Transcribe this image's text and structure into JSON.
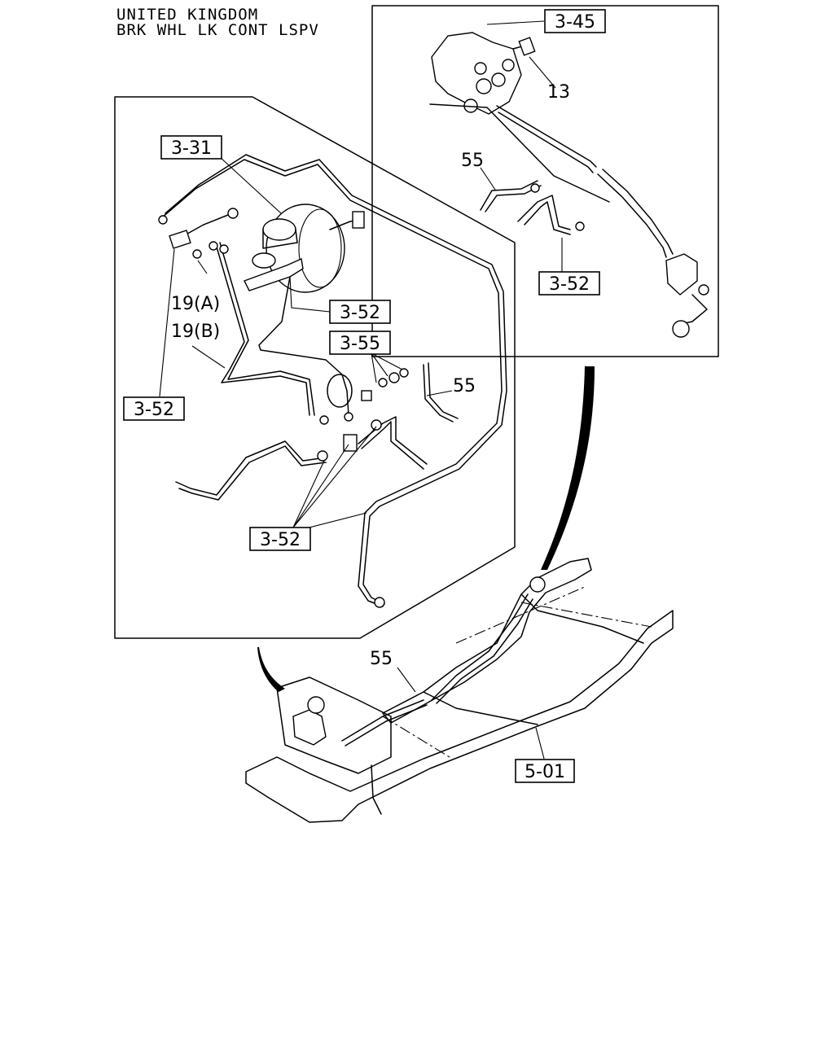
{
  "header": {
    "line1": "UNITED KINGDOM",
    "line2": "BRK WHL LK CONT LSPV"
  },
  "callouts": {
    "ref_3_45": "3-45",
    "ref_3_31": "3-31",
    "ref_3_52_mid": "3-52",
    "ref_3_55": "3-55",
    "ref_3_52_left": "3-52",
    "ref_3_52_bottom": "3-52",
    "ref_3_52_right": "3-52",
    "ref_5_01": "5-01"
  },
  "labels": {
    "part_13": "13",
    "part_55_top": "55",
    "part_55_mid": "55",
    "part_55_frame": "55",
    "part_19a": "19(A)",
    "part_19b": "19(B)"
  }
}
